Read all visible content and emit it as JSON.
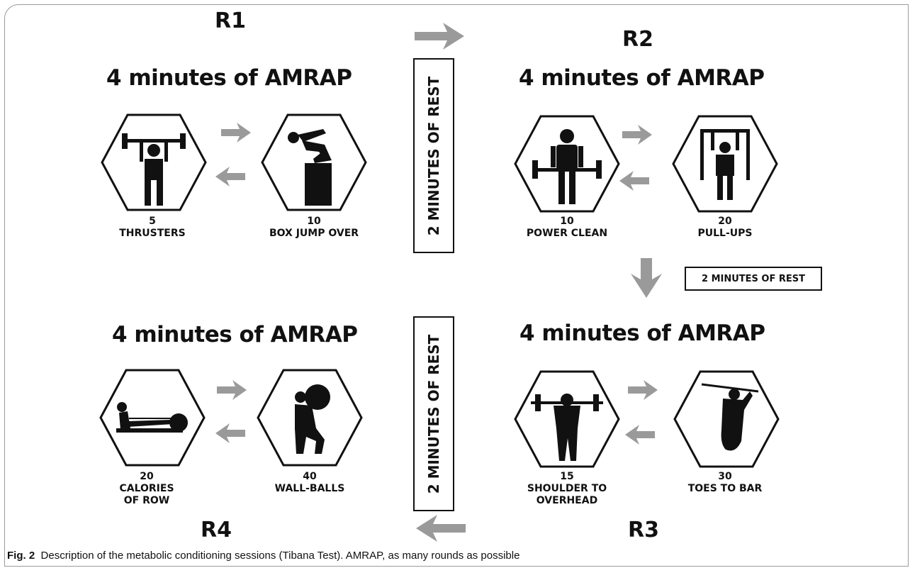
{
  "rounds": {
    "r1": {
      "label": "R1",
      "title": "4 minutes of AMRAP",
      "ex_a": {
        "count": "5",
        "name": "THRUSTERS",
        "icon": "thrusters-icon"
      },
      "ex_b": {
        "count": "10",
        "name": "BOX JUMP OVER",
        "icon": "box-jump-icon"
      }
    },
    "r2": {
      "label": "R2",
      "title": "4 minutes of AMRAP",
      "ex_a": {
        "count": "10",
        "name": "POWER CLEAN",
        "icon": "power-clean-icon"
      },
      "ex_b": {
        "count": "20",
        "name": "PULL-UPS",
        "icon": "pull-up-icon"
      }
    },
    "r3": {
      "label": "R3",
      "title": "4 minutes of AMRAP",
      "ex_a": {
        "count": "15",
        "name_line1": "SHOULDER TO",
        "name_line2": "OVERHEAD",
        "icon": "shoulder-to-overhead-icon"
      },
      "ex_b": {
        "count": "30",
        "name": "TOES TO BAR",
        "icon": "toes-to-bar-icon"
      }
    },
    "r4": {
      "label": "R4",
      "title": "4 minutes of AMRAP",
      "ex_a": {
        "count": "20",
        "name_line1": "CALORIES",
        "name_line2": "OF ROW",
        "icon": "rowing-icon"
      },
      "ex_b": {
        "count": "40",
        "name": "WALL-BALLS",
        "icon": "wall-ball-icon"
      }
    }
  },
  "rest": {
    "top": "2 MINUTES OF REST",
    "right": "2 MINUTES OF REST",
    "bottom": "2 MINUTES OF REST"
  },
  "caption": {
    "fig": "Fig. 2",
    "text": "Description of the metabolic conditioning sessions (Tibana Test). AMRAP, as many rounds as possible"
  },
  "colors": {
    "arrow": "#9a9a9a",
    "ink": "#111111"
  }
}
